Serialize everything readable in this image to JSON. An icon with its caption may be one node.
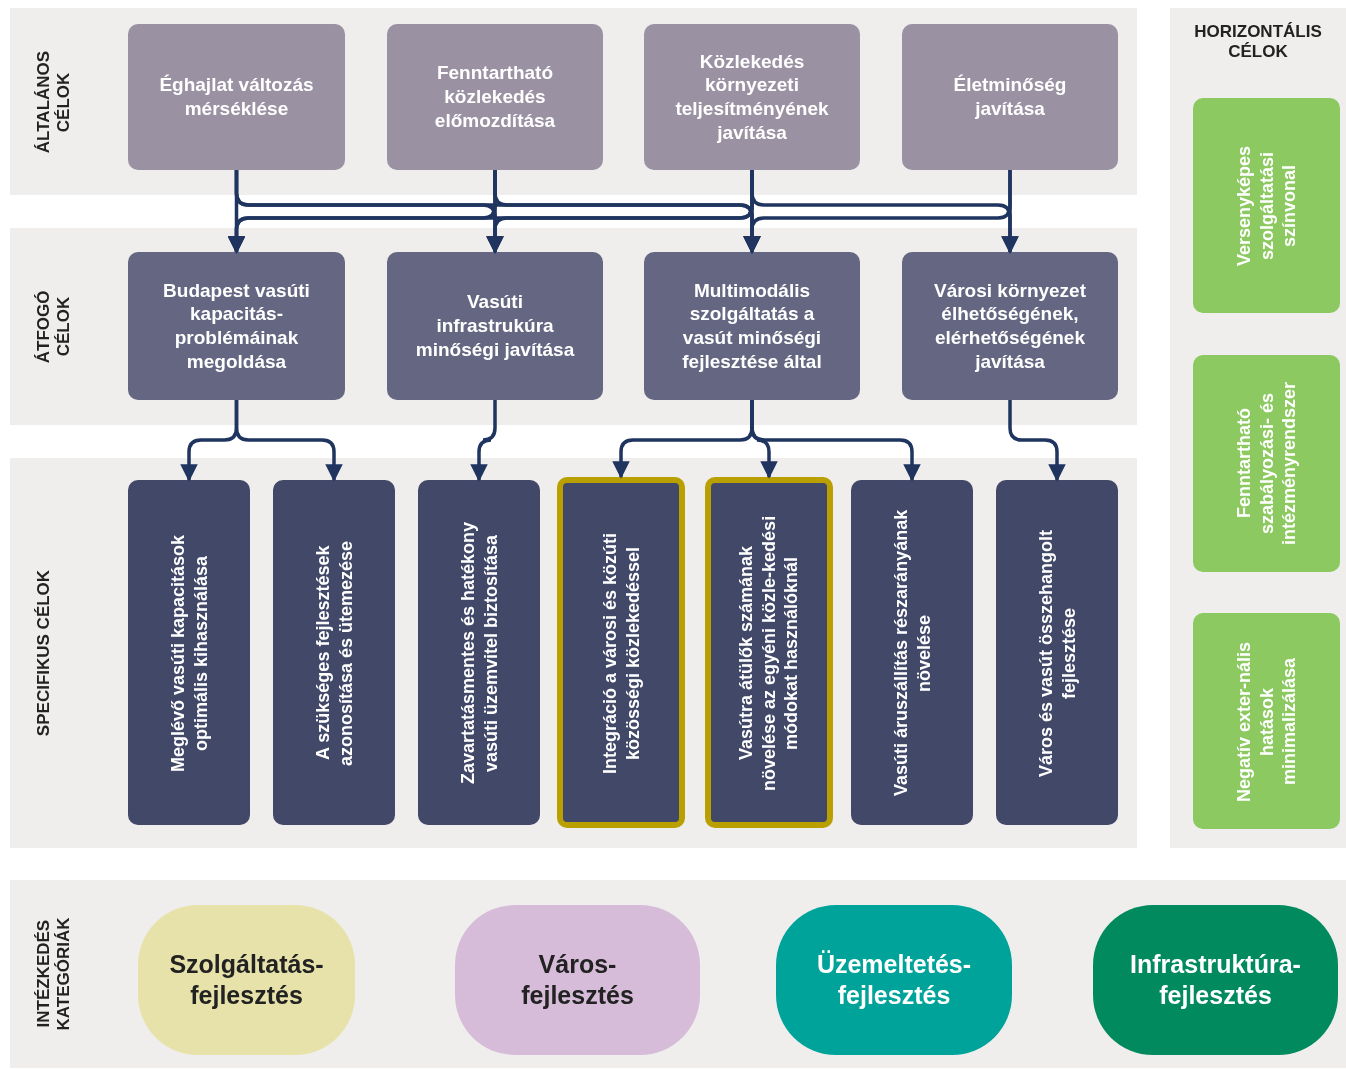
{
  "diagram": {
    "nodes": [
      {
        "text": [
          "ÁLTALÁNOS CÉLOK"
        ]
      },
      {
        "text": [
          "Éghajlat változás mérséklése"
        ],
        "in": 0
      },
      {
        "text": [
          "Fenntartható közlekedés előmozdítása"
        ],
        "in": 0
      },
      {
        "text": [
          "Közlekedés környezeti teljesítményének javítása"
        ],
        "in": 0
      },
      {
        "text": [
          "Életminőség javítása"
        ],
        "in": 0
      },
      {
        "text": [
          "ÁTFOGÓ CÉLOK"
        ]
      },
      {
        "text": [
          "Budapest vasúti kapacitás-problémáinak megoldása"
        ],
        "in": 5
      },
      {
        "text": [
          "Vasúti infrastrukúra minőségi javítása"
        ],
        "in": 5
      },
      {
        "text": [
          "Multimodális szolgáltatás a vasút minőségi fejlesztése által"
        ],
        "in": 5
      },
      {
        "text": [
          "Városi környezet élhetőségének, elérhetőségének javítása"
        ],
        "in": 5
      },
      {
        "text": [
          "SPECIFIKUS CÉLOK"
        ]
      },
      {
        "text": [
          "Meglévő vasúti kapacitások optimális kihasználása"
        ],
        "in": 10
      },
      {
        "text": [
          "A szükséges fejlesztések azonosítása és ütemezése"
        ],
        "in": 10
      },
      {
        "text": [
          "Zavartatásmentes és hatékony vasúti üzemvitel biztosítása"
        ],
        "in": 10
      },
      {
        "text": [
          "Integráció a városi és közúti közösségi közlekedéssel"
        ],
        "in": 10
      },
      {
        "text": [
          "Vasútra átülők számának növelése az egyéni közle-kedési módokat használóknál"
        ],
        "in": 10
      },
      {
        "text": [
          "Vasúti áruszállítás részarányának növelése"
        ],
        "in": 10
      },
      {
        "text": [
          "Város és vasút összehangolt fejlesztése"
        ],
        "in": 10
      },
      {
        "text": [
          "HORIZONTÁLIS CÉLOK"
        ]
      },
      {
        "text": [
          "Versenyképes szolgáltatási színvonal"
        ],
        "in": 18
      },
      {
        "text": [
          "Fenntartható szabályozási- és intézményrendszer"
        ],
        "in": 18
      },
      {
        "text": [
          "Negatív exter-nális hatások minimalizálása"
        ],
        "in": 18
      },
      {
        "text": [
          "INTÉZKEDÉS KATEGÓRIÁK"
        ]
      },
      {
        "text": [
          "Szolgáltatás-fejlesztés"
        ],
        "in": 22
      },
      {
        "text": [
          "Város-fejlesztés"
        ],
        "in": 22
      },
      {
        "text": [
          "Üzemeltetés-fejlesztés"
        ],
        "in": 22
      },
      {
        "text": [
          "Infrastruktúra-fejlesztés"
        ],
        "in": 22
      }
    ],
    "edges": [
      {
        "from": 1,
        "to": 6,
        "arrow": "to"
      },
      {
        "from": 1,
        "to": 7,
        "arrow": "to"
      },
      {
        "from": 1,
        "to": 8,
        "arrow": "to"
      },
      {
        "from": 2,
        "to": 6,
        "arrow": "to"
      },
      {
        "from": 2,
        "to": 7,
        "arrow": "to"
      },
      {
        "from": 2,
        "to": 8,
        "arrow": "to"
      },
      {
        "from": 3,
        "to": 6,
        "arrow": "to"
      },
      {
        "from": 3,
        "to": 7,
        "arrow": "to"
      },
      {
        "from": 3,
        "to": 8,
        "arrow": "to"
      },
      {
        "from": 3,
        "to": 9,
        "arrow": "to"
      },
      {
        "from": 4,
        "to": 8,
        "arrow": "to"
      },
      {
        "from": 4,
        "to": 9,
        "arrow": "to"
      },
      {
        "from": 6,
        "to": 11,
        "arrow": "to"
      },
      {
        "from": 6,
        "to": 12,
        "arrow": "to"
      },
      {
        "from": 7,
        "to": 13,
        "arrow": "to"
      },
      {
        "from": 8,
        "to": 14,
        "arrow": "to"
      },
      {
        "from": 8,
        "to": 15,
        "arrow": "to"
      },
      {
        "from": 8,
        "to": 16,
        "arrow": "to"
      },
      {
        "from": 9,
        "to": 17,
        "arrow": "to"
      }
    ]
  }
}
